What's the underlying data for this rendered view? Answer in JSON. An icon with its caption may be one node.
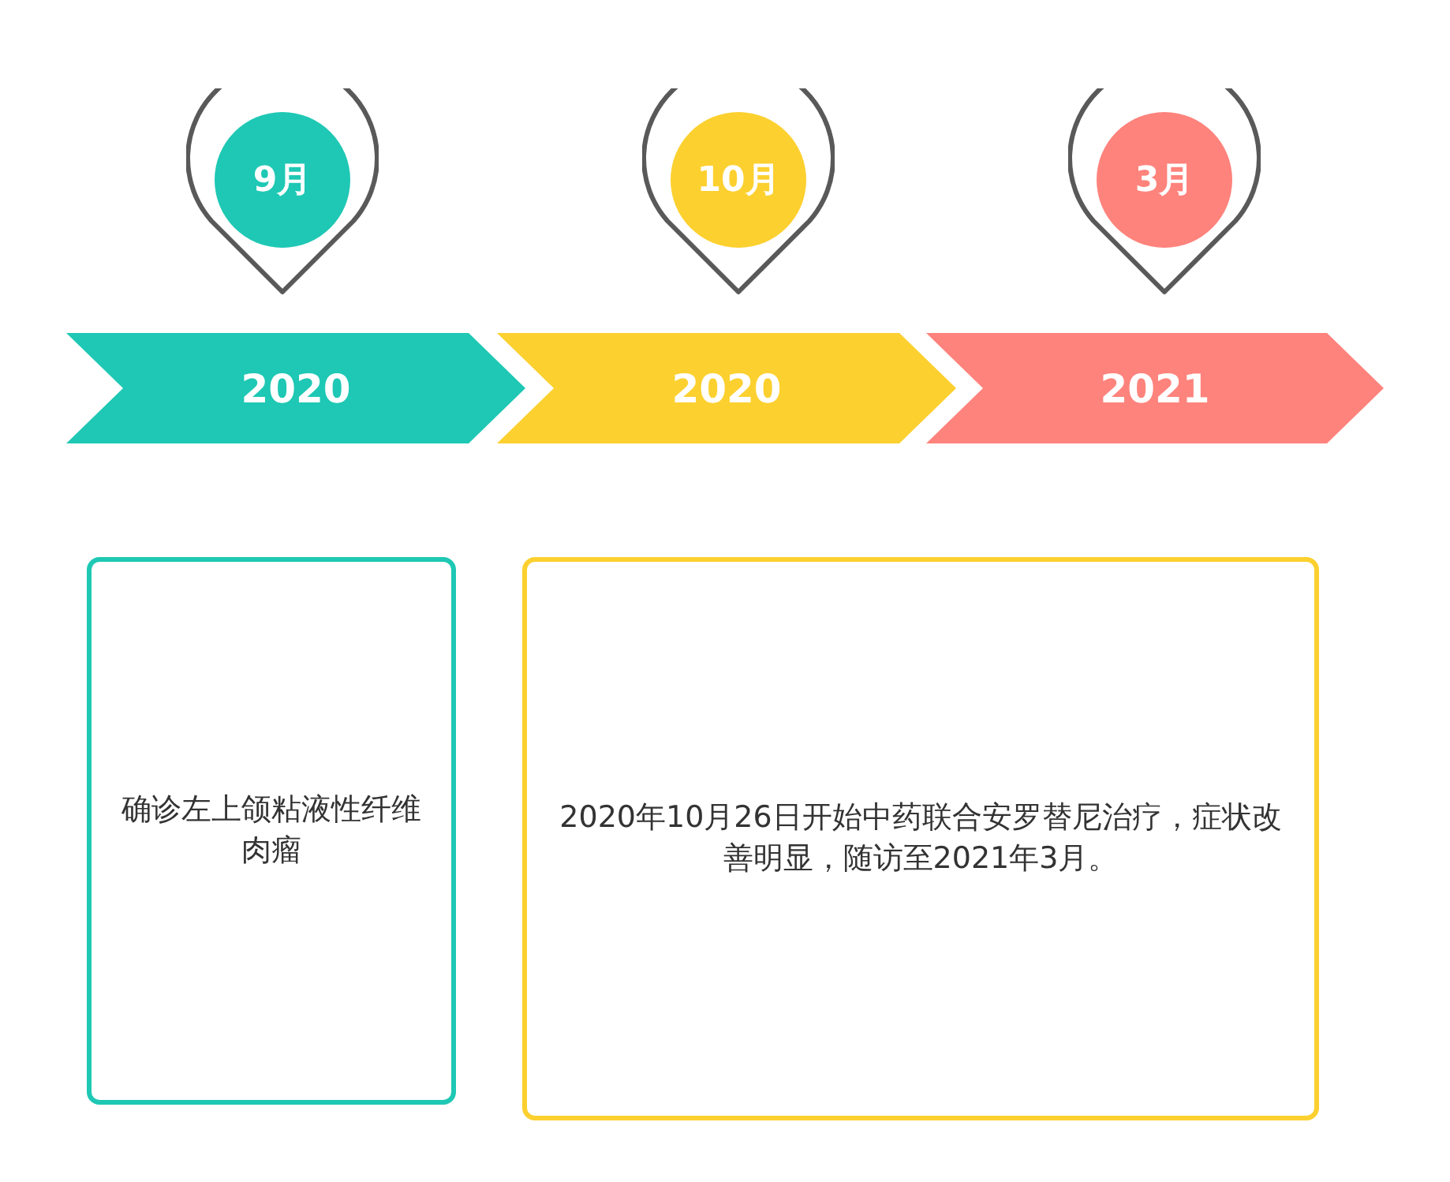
{
  "diagram": {
    "nodes": [
      {
        "text": [
          "9月"
        ]
      },
      {
        "text": [
          "10月"
        ]
      },
      {
        "text": [
          "3月"
        ]
      },
      {
        "text": [
          "2020"
        ]
      },
      {
        "text": [
          "2020"
        ]
      },
      {
        "text": [
          "2021"
        ]
      },
      {
        "text": [
          "确诊左上颌粘液性纤维肉瘤"
        ]
      },
      {
        "text": [
          "2020年10月26日开始中药联合安罗替尼治疗，症状改善明显，随访至2021年3月。"
        ]
      }
    ]
  }
}
